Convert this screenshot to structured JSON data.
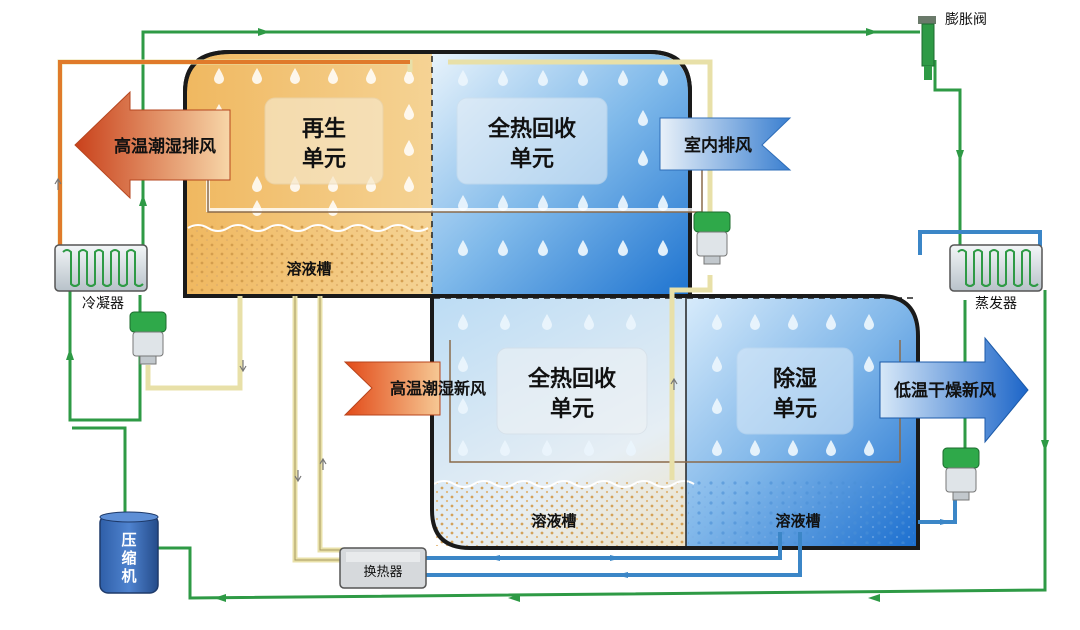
{
  "labels": {
    "expansion_valve": "膨胀阀",
    "regen_unit_line1": "再生",
    "regen_unit_line2": "单元",
    "heat_recovery_top_line1": "全热回收",
    "heat_recovery_top_line2": "单元",
    "heat_recovery_bottom_line1": "全热回收",
    "heat_recovery_bottom_line2": "单元",
    "dehumid_unit_line1": "除湿",
    "dehumid_unit_line2": "单元",
    "exhaust_hot_humid": "高温潮湿排风",
    "indoor_exhaust": "室内排风",
    "fresh_hot_humid": "高温潮湿新风",
    "fresh_dry_cool": "低温干燥新风",
    "solution_tank_top": "溶液槽",
    "solution_tank_bottom_left": "溶液槽",
    "solution_tank_bottom_right": "溶液槽",
    "condenser": "冷凝器",
    "evaporator": "蒸发器",
    "compressor_line1": "压",
    "compressor_line2": "缩",
    "compressor_line3": "机",
    "heat_exchanger": "换热器"
  },
  "colors": {
    "warm_fill": "#f3c677",
    "warm_light": "#f7e3b5",
    "cool_fill": "#1e7bd8",
    "cool_light": "#cfe6fb",
    "refrigerant_line": "#2e9a45",
    "hot_air_arrow": "#d95a1e",
    "cool_air_arrow": "#2a78c9",
    "solution_line": "#e8e0a8",
    "blue_pipe": "#3b86c7"
  }
}
